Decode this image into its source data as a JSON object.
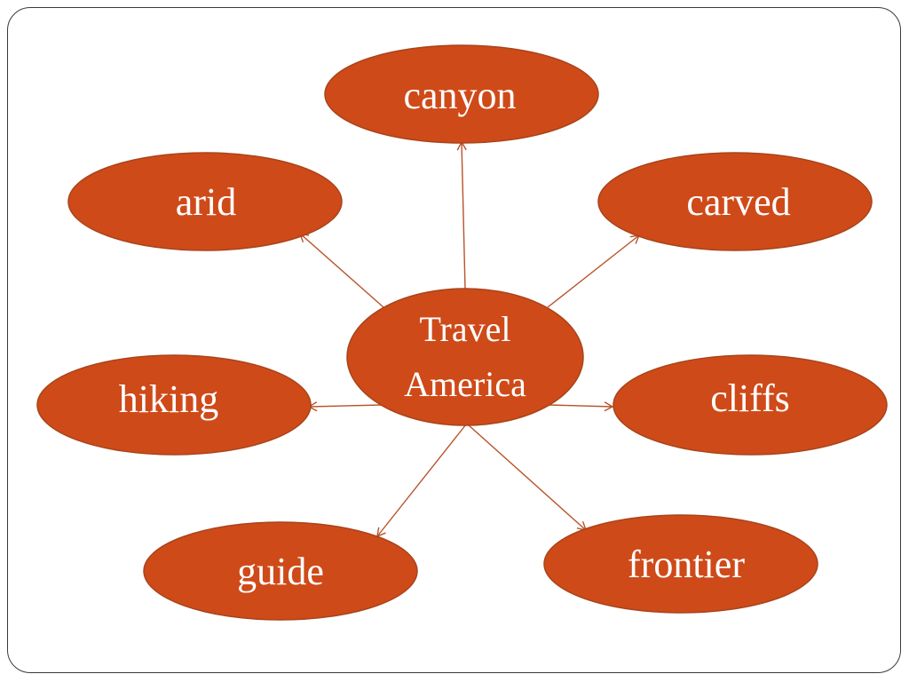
{
  "colors": {
    "node_fill": "#cf4a19",
    "node_text": "#ffffff",
    "connector": "#b8532a",
    "frame": "#3a3a3a"
  },
  "center": {
    "lines": [
      "Travel",
      "America"
    ]
  },
  "nodes": [
    {
      "id": "canyon",
      "label": "canyon"
    },
    {
      "id": "arid",
      "label": "arid"
    },
    {
      "id": "carved",
      "label": "carved"
    },
    {
      "id": "hiking",
      "label": "hiking"
    },
    {
      "id": "cliffs",
      "label": "cliffs"
    },
    {
      "id": "guide",
      "label": "guide"
    },
    {
      "id": "frontier",
      "label": "frontier"
    }
  ]
}
